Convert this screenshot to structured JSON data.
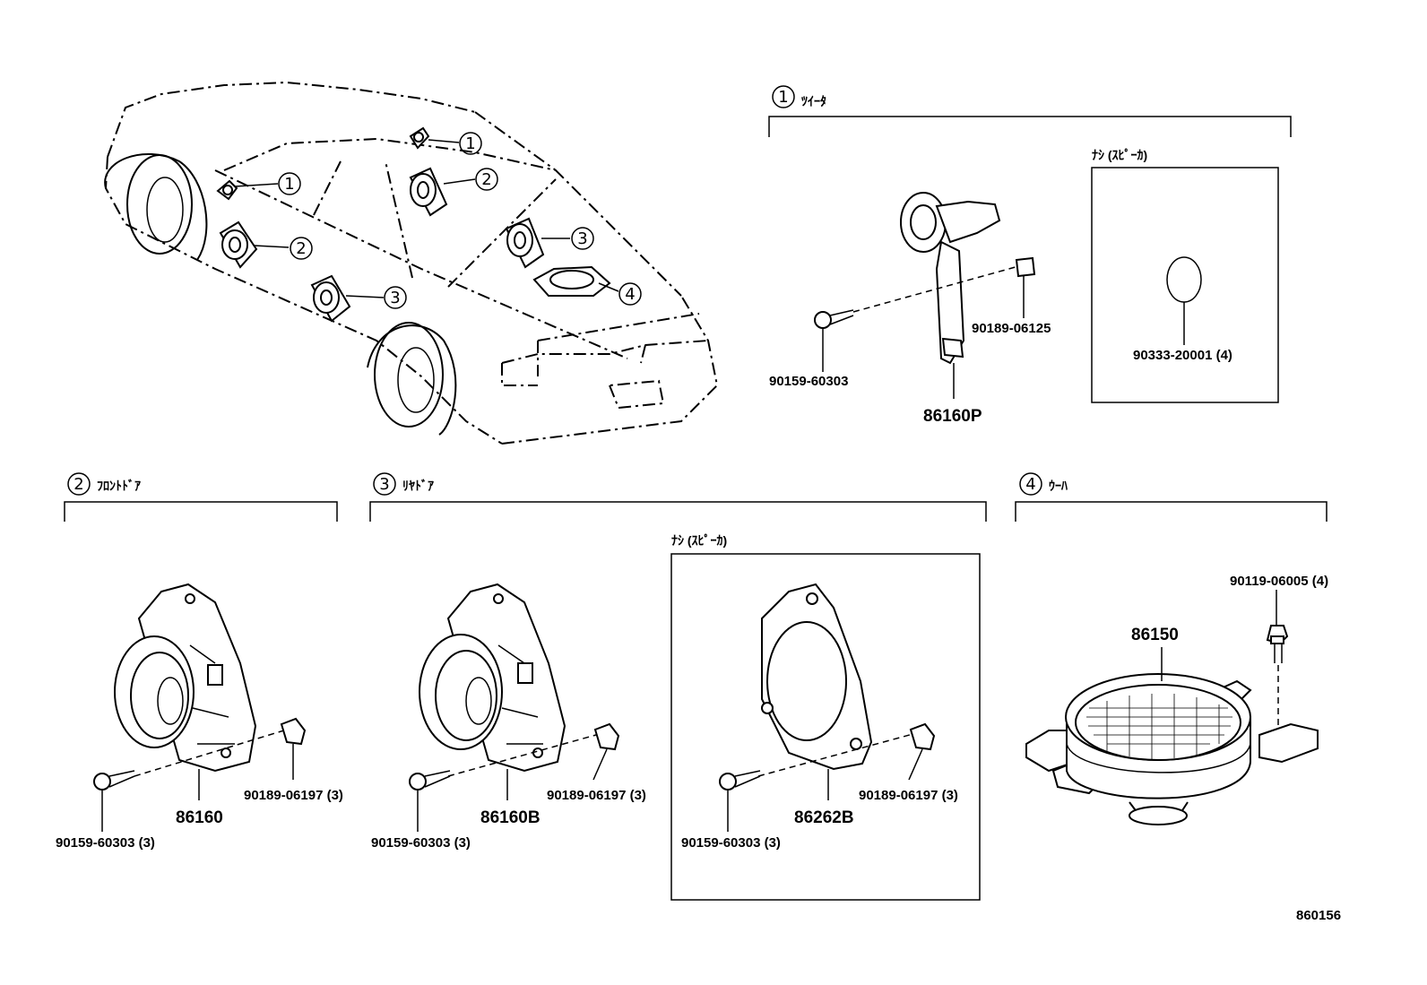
{
  "diagram_id": "860156",
  "sections": {
    "tweeter": {
      "index": "1",
      "title": "ﾂｲｰﾀ"
    },
    "front_door": {
      "index": "2",
      "title": "ﾌﾛﾝﾄﾄﾞｱ"
    },
    "rear_door": {
      "index": "3",
      "title": "ﾘﾔﾄﾞｱ"
    },
    "woofer": {
      "index": "4",
      "title": "ｳｰﾊ"
    }
  },
  "notes": {
    "without_speaker_1": "ﾅｼ (ｽﾋﾟｰｶ)",
    "without_speaker_2": "ﾅｼ (ｽﾋﾟｰｶ)"
  },
  "callouts": {
    "c1a": "1",
    "c1b": "1",
    "c2a": "2",
    "c2b": "2",
    "c3a": "3",
    "c3b": "3",
    "c4": "4"
  },
  "parts": {
    "tweeter_assy": "86160P",
    "tweeter_screw": "90159-60303",
    "tweeter_nut": "90189-06125",
    "gasket_ring": "90333-20001 (4)",
    "front_speaker": "86160",
    "front_screw": "90159-60303 (3)",
    "front_nut": "90189-06197 (3)",
    "rear_speaker": "86160B",
    "rear_screw": "90159-60303 (3)",
    "rear_nut": "90189-06197 (3)",
    "rear_bracket": "86262B",
    "rear_bracket_screw": "90159-60303 (3)",
    "rear_bracket_nut": "90189-06197 (3)",
    "woofer": "86150",
    "woofer_bolt": "90119-06005 (4)"
  }
}
